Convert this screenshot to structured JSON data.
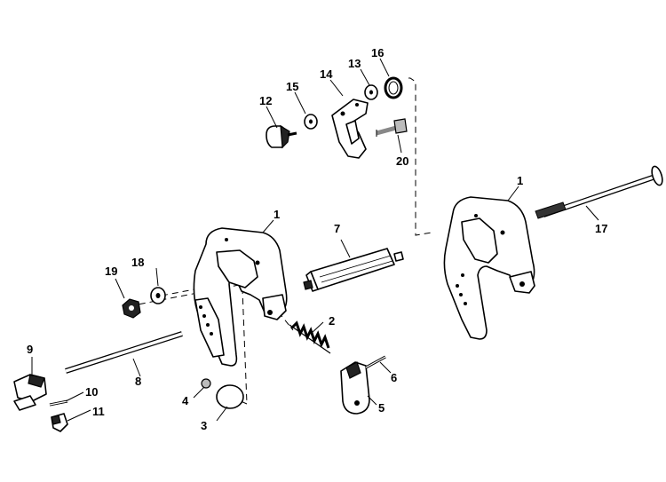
{
  "callouts": {
    "c1a": "1",
    "c1b": "1",
    "c2": "2",
    "c3": "3",
    "c4": "4",
    "c5": "5",
    "c6": "6",
    "c7": "7",
    "c8": "8",
    "c9": "9",
    "c10": "10",
    "c11": "11",
    "c12": "12",
    "c13": "13",
    "c14": "14",
    "c15": "15",
    "c16": "16",
    "c17": "17",
    "c18": "18",
    "c19": "19",
    "c20": "20"
  }
}
